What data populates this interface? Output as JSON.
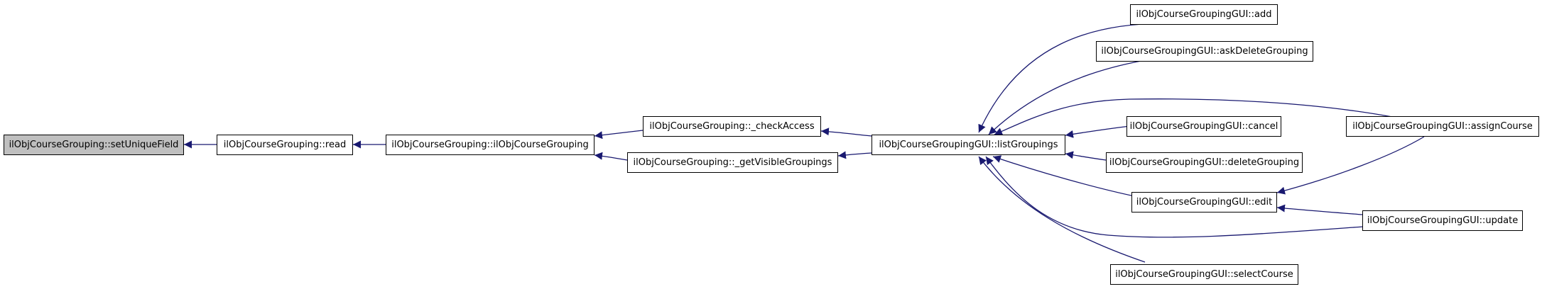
{
  "colors": {
    "edge": "#191970",
    "node_border": "#000000",
    "root_fill": "#bfbfbf",
    "node_fill": "#ffffff"
  },
  "nodes": {
    "setUniqueField": "ilObjCourseGrouping::setUniqueField",
    "read": "ilObjCourseGrouping::read",
    "ilObjCourseGrouping": "ilObjCourseGrouping::ilObjCourseGrouping",
    "checkAccess": "ilObjCourseGrouping::_checkAccess",
    "getVisibleGroupings": "ilObjCourseGrouping::_getVisibleGroupings",
    "listGroupings": "ilObjCourseGroupingGUI::listGroupings",
    "add": "ilObjCourseGroupingGUI::add",
    "askDeleteGrouping": "ilObjCourseGroupingGUI::askDeleteGrouping",
    "cancel": "ilObjCourseGroupingGUI::cancel",
    "deleteGrouping": "ilObjCourseGroupingGUI::deleteGrouping",
    "edit": "ilObjCourseGroupingGUI::edit",
    "selectCourse": "ilObjCourseGroupingGUI::selectCourse",
    "assignCourse": "ilObjCourseGroupingGUI::assignCourse",
    "update": "ilObjCourseGroupingGUI::update"
  }
}
